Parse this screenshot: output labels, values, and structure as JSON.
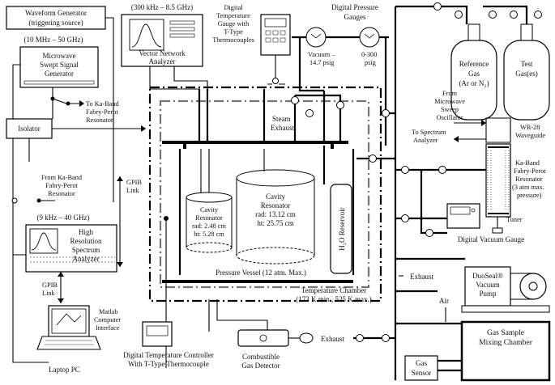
{
  "labels": {
    "waveform": [
      "Waveform Generator",
      "(triggering source)"
    ],
    "mw_range": "(10 MHz – 50 GHz)",
    "mw_gen": [
      "Microwave",
      "Swept Signal",
      "Generator"
    ],
    "to_ka": [
      "To Ka-Band",
      "Fabry-Perot",
      "Resonator"
    ],
    "isolator": "Isolator",
    "from_ka": [
      "From Ka-Band",
      "Fabry-Perot",
      "Resonator"
    ],
    "gpib1": [
      "GPIB",
      "Link"
    ],
    "sa_range": "(9 kHz – 40 GHz)",
    "sa": [
      "High",
      "Resolution",
      "Spectrum",
      "Analyzer"
    ],
    "gpib2": [
      "GPIB",
      "Link"
    ],
    "matlab": [
      "Matlab",
      "Computer",
      "Interface"
    ],
    "laptop": "Laptop PC",
    "vna_range": "(300 kHz – 8.5 GHz)",
    "vna": [
      "Vector Network",
      "Analyzer"
    ],
    "temp_gauge": [
      "Digital",
      "Temperature",
      "Gauge with",
      "T-Type",
      "Thermocouples"
    ],
    "pressure_gauges": [
      "Digital Pressure",
      "Gauges"
    ],
    "vac": [
      "Vacuum –",
      "14.7 psig"
    ],
    "psig": [
      "0-300",
      "psig"
    ],
    "steam": [
      "Steam",
      "Exhaust"
    ],
    "ref_gas": [
      "Reference",
      "Gas",
      "(Ar or N₂)"
    ],
    "test_gas": [
      "Test",
      "Gas(es)"
    ],
    "from_mw": [
      "From",
      "Microwave",
      "Sweep",
      "Oscillator"
    ],
    "to_spec": [
      "To Spectrum",
      "Analyzer"
    ],
    "wr28": [
      "WR-28",
      "Waveguide"
    ],
    "ka_fp": [
      "Ka-Band",
      "Fabry-Perot",
      "Resonator",
      "(3 atm max.",
      "pressure)"
    ],
    "tuner": "Tuner",
    "vac_gauge": "Digital Vacuum Gauge",
    "cav1": [
      "Cavity",
      "Resonator",
      "rad: 2.48 cm",
      "ht: 5.28 cm"
    ],
    "cav2": [
      "Cavity",
      "Resonator",
      "rad: 13.12 cm",
      "ht: 25.75 cm"
    ],
    "h2o": "H₂O Reservoir",
    "pvessel": "Pressure Vessel (12 atm. Max.)",
    "tchamber": [
      "Temperature Chamber",
      "(173 K min., 525 K max.)"
    ],
    "exhaust1": "Exhaust",
    "duoseal": [
      "DuoSeal®",
      "Vacuum",
      "Pump"
    ],
    "air": "Air",
    "exhaust2": "Exhaust",
    "mixing": [
      "Gas Sample",
      "Mixing Chamber"
    ],
    "gas_sensor": [
      "Gas",
      "Sensor"
    ],
    "temp_ctrl": [
      "Digital Temperature Controller",
      "With T-Type Thermocouple"
    ],
    "comb": [
      "Combustible",
      "Gas Detector"
    ]
  }
}
